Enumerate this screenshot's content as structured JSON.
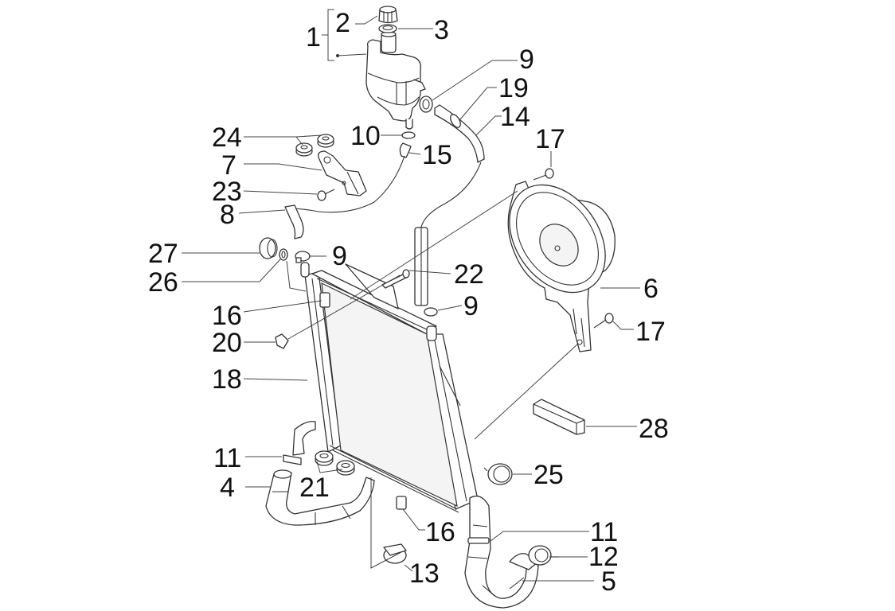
{
  "diagram": {
    "title": "Cooling system exploded parts view",
    "background": "#ffffff",
    "line_color": "#333333",
    "callouts": [
      {
        "id": "c1",
        "number": "1",
        "part": "expansion-tank-assembly"
      },
      {
        "id": "c2",
        "number": "2",
        "part": "tank-cap"
      },
      {
        "id": "c3",
        "number": "3",
        "part": "cap-gasket"
      },
      {
        "id": "c4",
        "number": "4",
        "part": "lower-left-hose"
      },
      {
        "id": "c5",
        "number": "5",
        "part": "lower-right-hose"
      },
      {
        "id": "c6",
        "number": "6",
        "part": "cooling-fan"
      },
      {
        "id": "c7",
        "number": "7",
        "part": "tank-bracket"
      },
      {
        "id": "c8",
        "number": "8",
        "part": "overflow-hose"
      },
      {
        "id": "c9a",
        "number": "9",
        "part": "hose-clamp-top"
      },
      {
        "id": "c9b",
        "number": "9",
        "part": "hose-clamp-left"
      },
      {
        "id": "c9c",
        "number": "9",
        "part": "hose-clamp-right"
      },
      {
        "id": "c10",
        "number": "10",
        "part": "small-clamp"
      },
      {
        "id": "c11a",
        "number": "11",
        "part": "hose-clamp-lower-left"
      },
      {
        "id": "c11b",
        "number": "11",
        "part": "hose-clamp-lower-right"
      },
      {
        "id": "c12",
        "number": "12",
        "part": "screw-clamp"
      },
      {
        "id": "c13",
        "number": "13",
        "part": "screw-clamp-lower"
      },
      {
        "id": "c14",
        "number": "14",
        "part": "filler-hose"
      },
      {
        "id": "c15",
        "number": "15",
        "part": "hose-connector"
      },
      {
        "id": "c16a",
        "number": "16",
        "part": "clip-nut-upper"
      },
      {
        "id": "c16b",
        "number": "16",
        "part": "clip-nut-lower"
      },
      {
        "id": "c17a",
        "number": "17",
        "part": "fan-screw-upper"
      },
      {
        "id": "c17b",
        "number": "17",
        "part": "fan-screw-lower"
      },
      {
        "id": "c18",
        "number": "18",
        "part": "radiator"
      },
      {
        "id": "c19",
        "number": "19",
        "part": "hose-clip"
      },
      {
        "id": "c20",
        "number": "20",
        "part": "clip-nut"
      },
      {
        "id": "c21",
        "number": "21",
        "part": "rubber-grommets"
      },
      {
        "id": "c22",
        "number": "22",
        "part": "pin"
      },
      {
        "id": "c23",
        "number": "23",
        "part": "bracket-screw"
      },
      {
        "id": "c24",
        "number": "24",
        "part": "bracket-grommets"
      },
      {
        "id": "c25",
        "number": "25",
        "part": "spring-clamp"
      },
      {
        "id": "c26",
        "number": "26",
        "part": "washer"
      },
      {
        "id": "c27",
        "number": "27",
        "part": "bleed-cap"
      },
      {
        "id": "c28",
        "number": "28",
        "part": "foam-strip"
      }
    ]
  }
}
